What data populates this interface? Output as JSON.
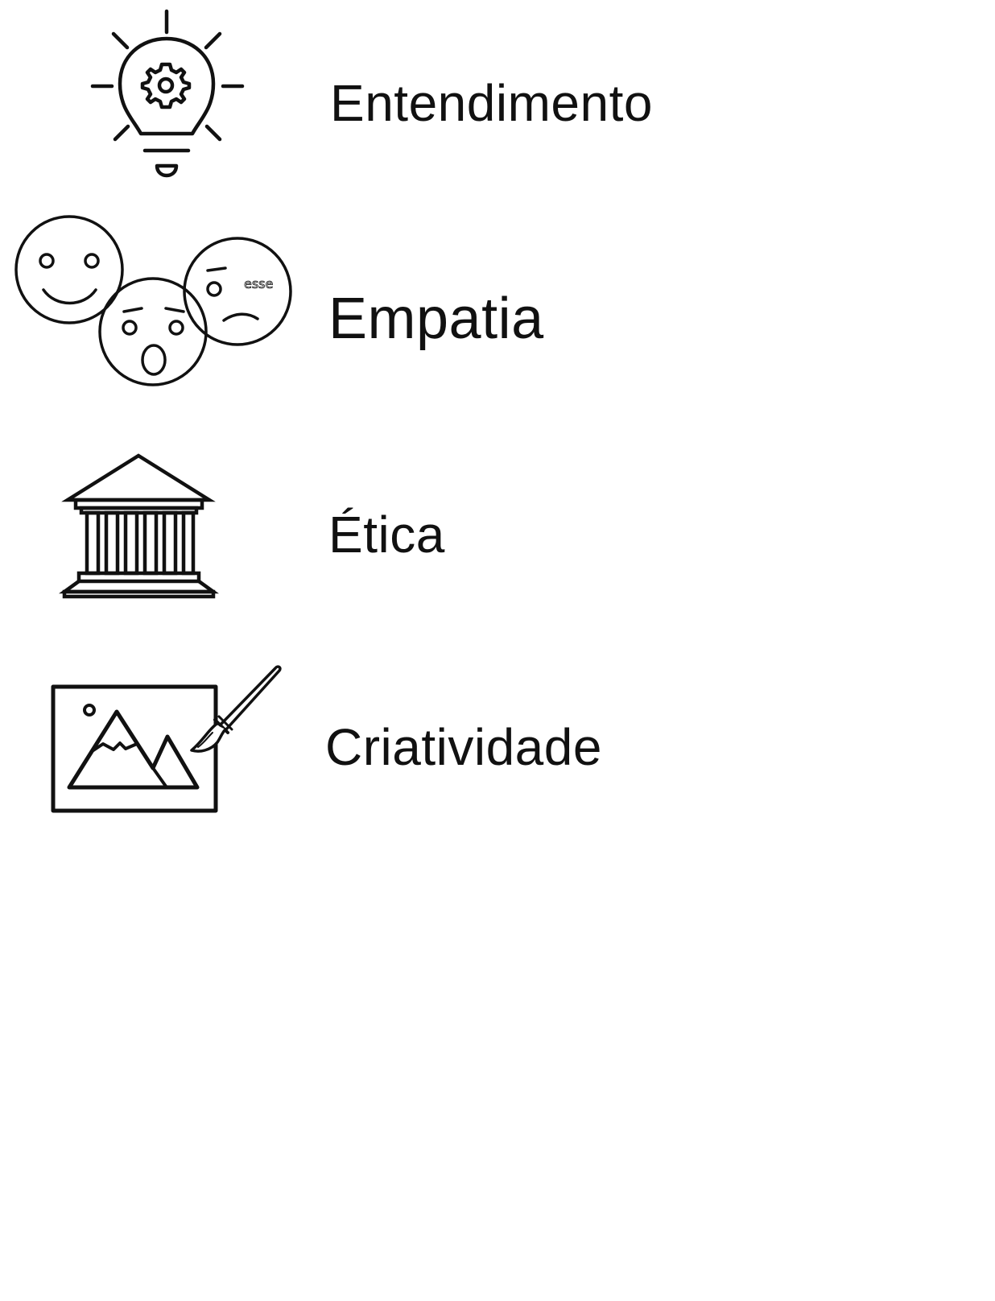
{
  "items": [
    {
      "label": "Entendimento",
      "icon": "lightbulb-gear-icon"
    },
    {
      "label": "Empatia",
      "icon": "faces-emotions-icon",
      "icon_text": "esse"
    },
    {
      "label": "Ética",
      "icon": "classical-building-icon"
    },
    {
      "label": "Criatividade",
      "icon": "painting-brush-icon"
    }
  ],
  "colors": {
    "ink": "#111111",
    "background": "#ffffff"
  }
}
